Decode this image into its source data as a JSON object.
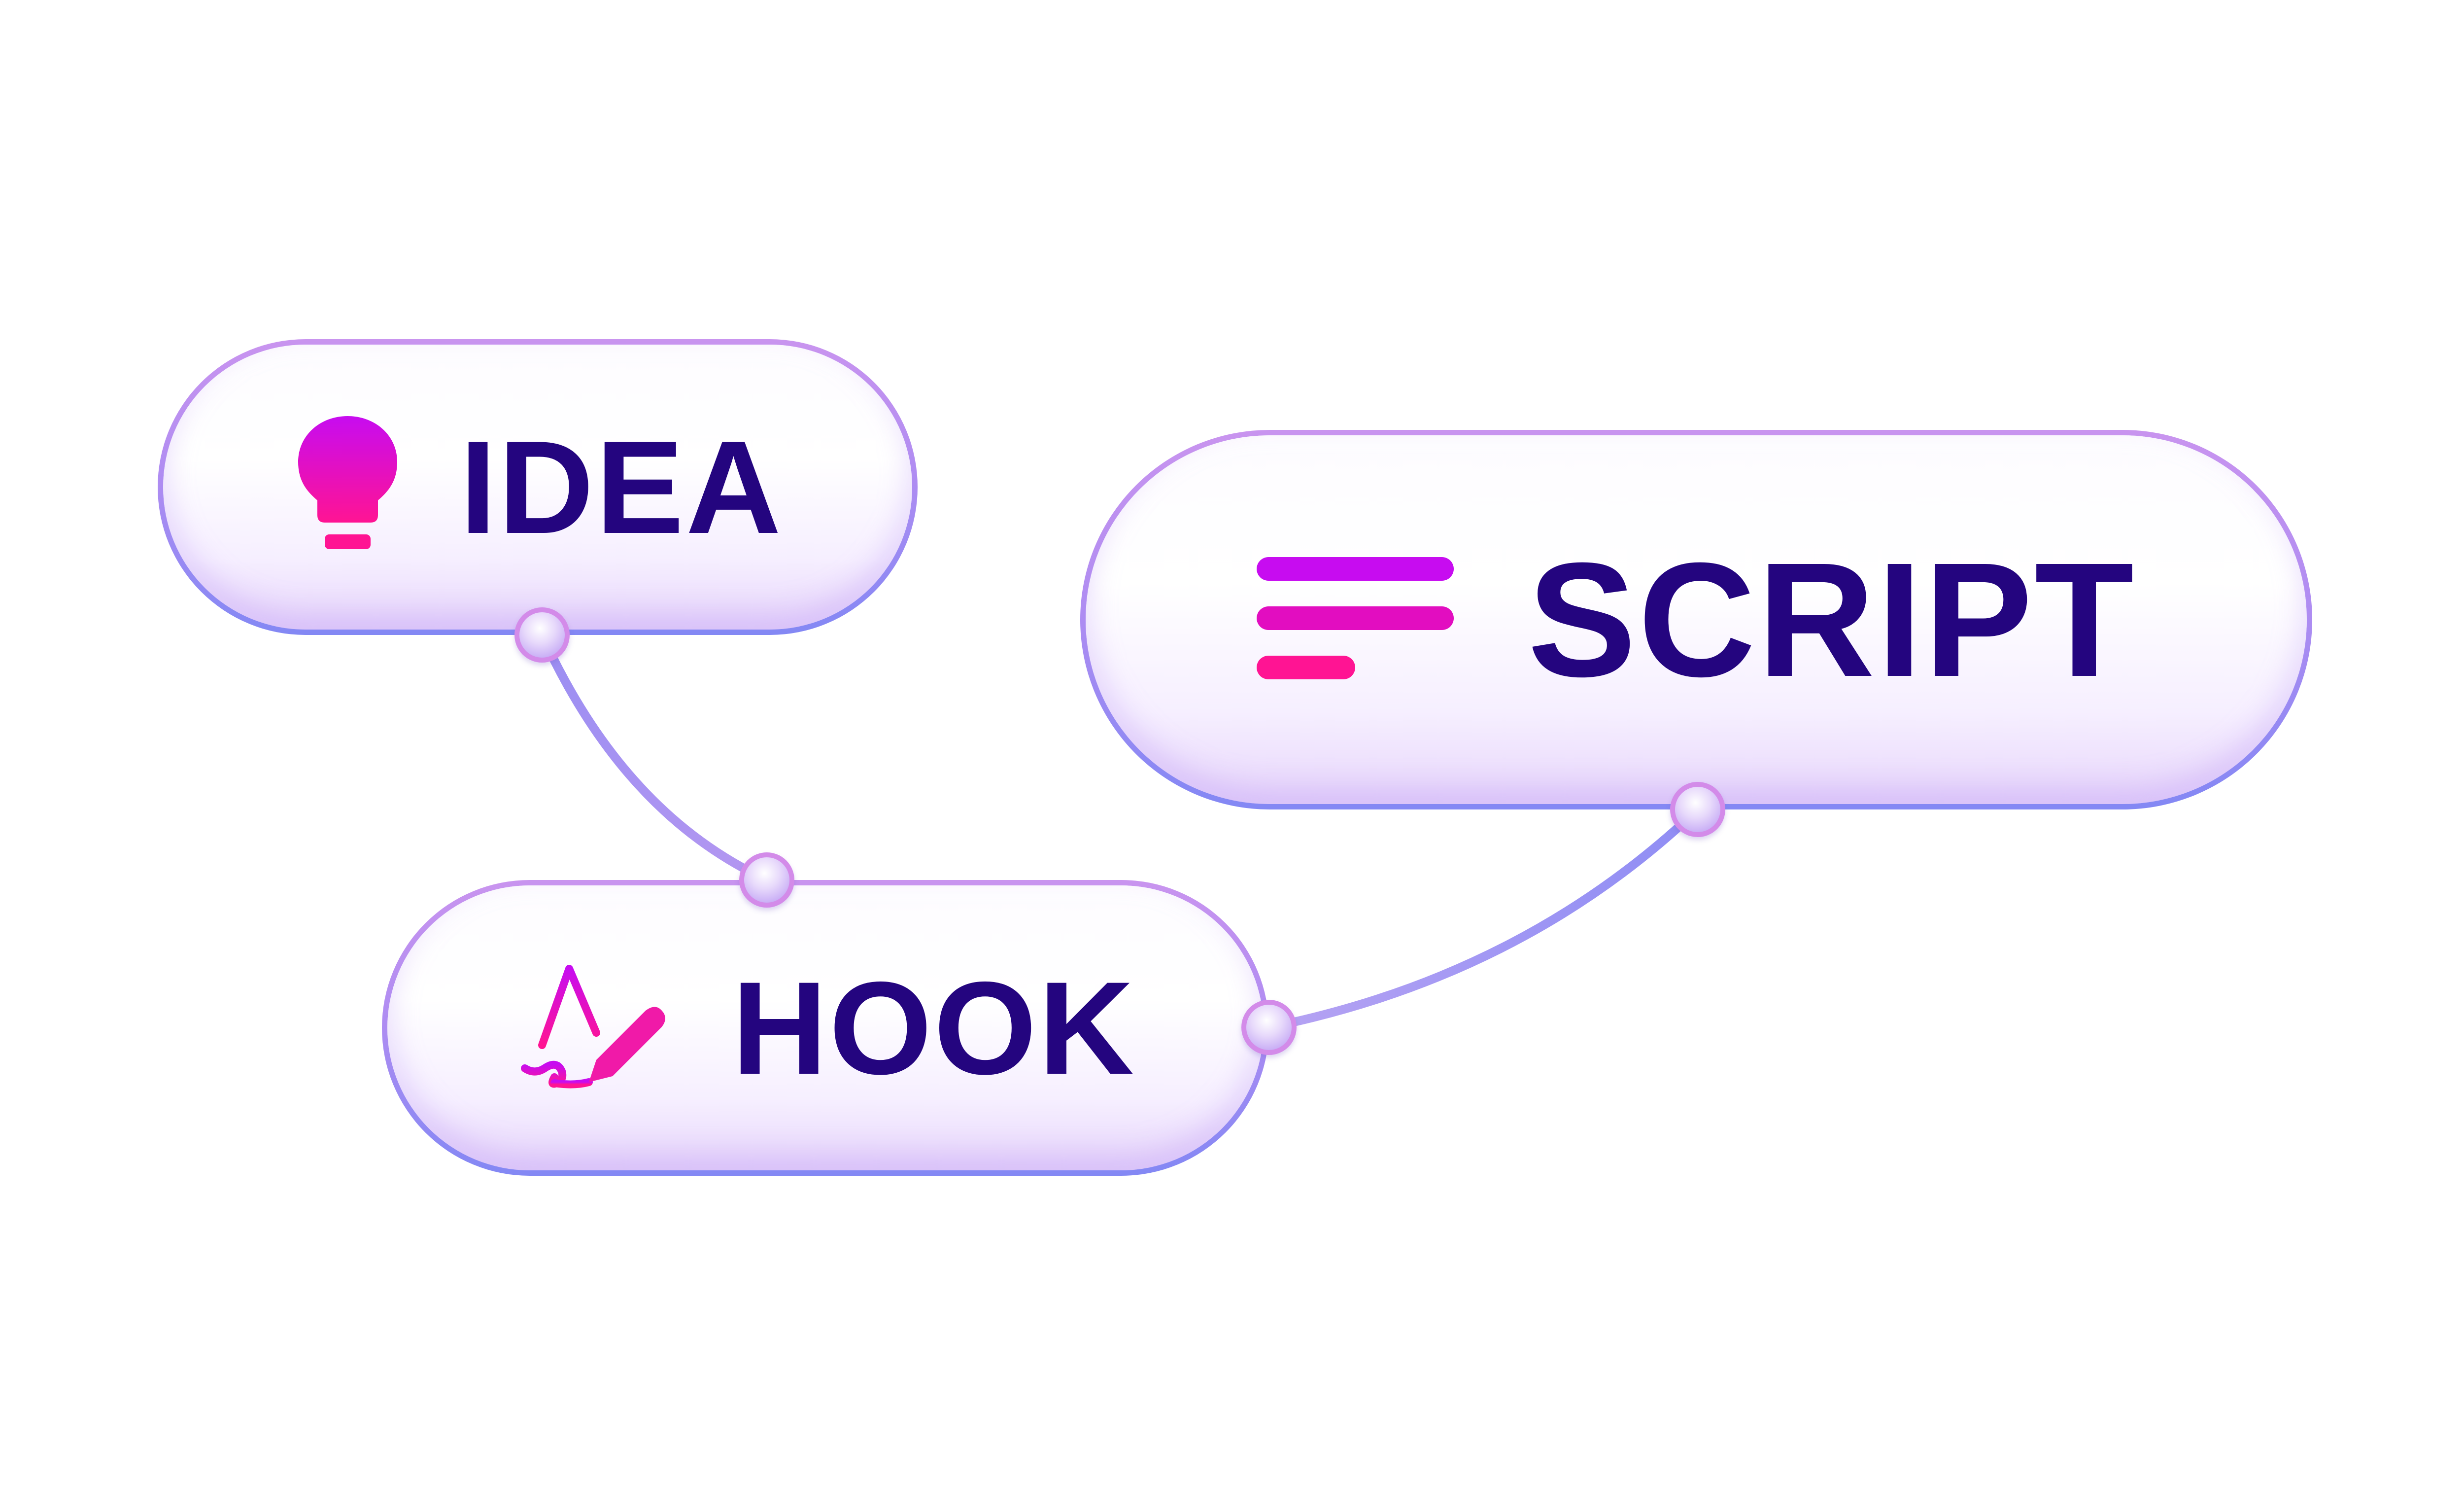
{
  "diagram": {
    "nodes": [
      {
        "id": "idea",
        "label": "IDEA",
        "icon": "lightbulb-icon"
      },
      {
        "id": "hook",
        "label": "HOOK",
        "icon": "text-signature-icon"
      },
      {
        "id": "script",
        "label": "SCRIPT",
        "icon": "text-lines-icon"
      }
    ],
    "edges": [
      {
        "from": "idea",
        "to": "hook"
      },
      {
        "from": "hook",
        "to": "script"
      }
    ]
  },
  "colors": {
    "label_text": "#24057f",
    "icon_gradient_top": "#c70cf0",
    "icon_gradient_bottom": "#ff1493",
    "node_border_top": "#c994ef",
    "node_border_bottom": "#8388f4",
    "connector": "#a494f2",
    "port_ring": "#d38be9",
    "background": "#ffffff"
  }
}
